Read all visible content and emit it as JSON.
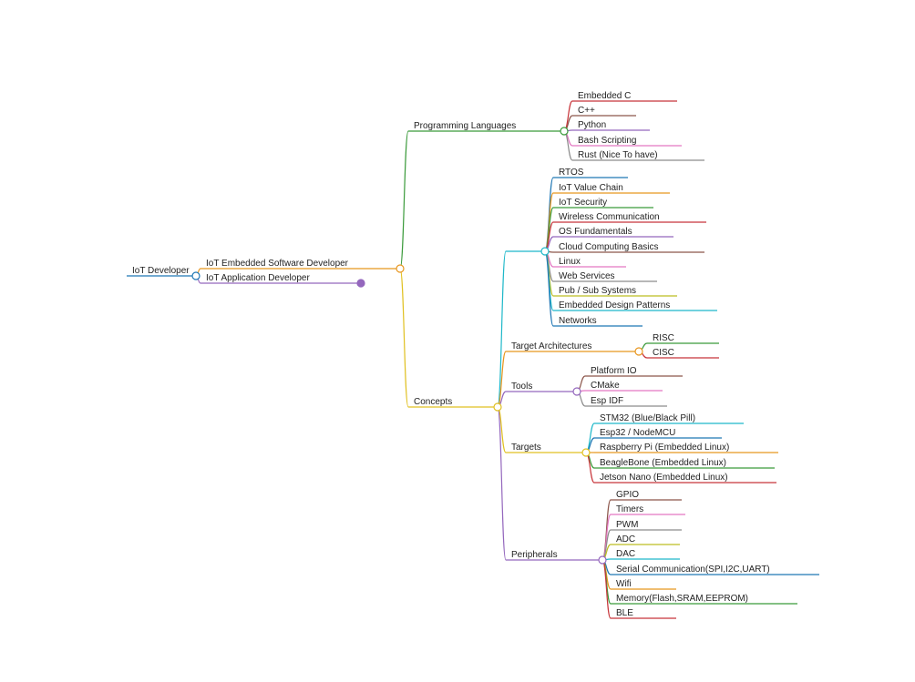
{
  "colors": {
    "green": "#3a9a3a",
    "orange": "#e8961e",
    "purple": "#9467bd",
    "cyan": "#1fb8c9",
    "red": "#c8353a",
    "gray": "#8c8c8c",
    "olive": "#bcbd22",
    "pink": "#e377c2",
    "blue": "#1f77b4",
    "brown": "#8c564b",
    "gold": "#e0c020"
  },
  "mindmap": {
    "root": {
      "id": "root",
      "label": "IoT Developer",
      "color": "blue",
      "collapsed": false,
      "children": [
        {
          "id": "embedded",
          "label": "IoT Embedded Software Developer",
          "color": "orange",
          "collapsed": false,
          "children": [
            {
              "id": "programming-languages",
              "label": "Programming Languages",
              "color": "green",
              "collapsed": false,
              "children": [
                {
                  "id": "embedded-c",
                  "label": "Embedded C",
                  "color": "red"
                },
                {
                  "id": "cpp",
                  "label": "C++",
                  "color": "brown"
                },
                {
                  "id": "python",
                  "label": "Python",
                  "color": "purple"
                },
                {
                  "id": "bash-scripting",
                  "label": "Bash Scripting",
                  "color": "pink"
                },
                {
                  "id": "rust",
                  "label": "Rust (Nice To have)",
                  "color": "gray"
                }
              ]
            },
            {
              "id": "concepts",
              "label": "Concepts",
              "color": "gold",
              "collapsed": false,
              "children": [
                {
                  "id": "concepts-group",
                  "label": "",
                  "color": "cyan",
                  "collapsed": false,
                  "children": [
                    {
                      "id": "rtos",
                      "label": "RTOS",
                      "color": "blue"
                    },
                    {
                      "id": "iot-value-chain",
                      "label": "IoT Value Chain",
                      "color": "orange"
                    },
                    {
                      "id": "iot-security",
                      "label": "IoT Security",
                      "color": "green"
                    },
                    {
                      "id": "wireless-communication",
                      "label": "Wireless Communication",
                      "color": "red"
                    },
                    {
                      "id": "os-fundamentals",
                      "label": "OS Fundamentals",
                      "color": "purple"
                    },
                    {
                      "id": "cloud-computing-basics",
                      "label": "Cloud Computing Basics",
                      "color": "brown"
                    },
                    {
                      "id": "linux",
                      "label": "Linux",
                      "color": "pink"
                    },
                    {
                      "id": "web-services",
                      "label": "Web Services",
                      "color": "gray"
                    },
                    {
                      "id": "pub-sub-systems",
                      "label": "Pub / Sub Systems",
                      "color": "olive"
                    },
                    {
                      "id": "embedded-design-patterns",
                      "label": "Embedded Design Patterns",
                      "color": "cyan"
                    },
                    {
                      "id": "networks",
                      "label": "Networks",
                      "color": "blue"
                    }
                  ]
                },
                {
                  "id": "target-architectures",
                  "label": "Target Architectures",
                  "color": "orange",
                  "collapsed": false,
                  "children": [
                    {
                      "id": "risc",
                      "label": "RISC",
                      "color": "green"
                    },
                    {
                      "id": "cisc",
                      "label": "CISC",
                      "color": "red"
                    }
                  ]
                },
                {
                  "id": "tools",
                  "label": "Tools",
                  "color": "purple",
                  "collapsed": false,
                  "children": [
                    {
                      "id": "platform-io",
                      "label": "Platform IO",
                      "color": "brown"
                    },
                    {
                      "id": "cmake",
                      "label": "CMake",
                      "color": "pink"
                    },
                    {
                      "id": "esp-idf",
                      "label": "Esp IDF",
                      "color": "gray"
                    }
                  ]
                },
                {
                  "id": "targets",
                  "label": "Targets",
                  "color": "gold",
                  "collapsed": false,
                  "children": [
                    {
                      "id": "stm32",
                      "label": "STM32 (Blue/Black Pill)",
                      "color": "cyan"
                    },
                    {
                      "id": "esp32",
                      "label": "Esp32 / NodeMCU",
                      "color": "blue"
                    },
                    {
                      "id": "raspberry-pi",
                      "label": "Raspberry Pi (Embedded Linux)",
                      "color": "orange"
                    },
                    {
                      "id": "beaglebone",
                      "label": "BeagleBone (Embedded Linux)",
                      "color": "green"
                    },
                    {
                      "id": "jetson-nano",
                      "label": "Jetson Nano (Embedded Linux)",
                      "color": "red"
                    }
                  ]
                },
                {
                  "id": "peripherals",
                  "label": "Peripherals",
                  "color": "purple",
                  "collapsed": false,
                  "children": [
                    {
                      "id": "gpio",
                      "label": "GPIO",
                      "color": "brown"
                    },
                    {
                      "id": "timers",
                      "label": "Timers",
                      "color": "pink"
                    },
                    {
                      "id": "pwm",
                      "label": "PWM",
                      "color": "gray"
                    },
                    {
                      "id": "adc",
                      "label": "ADC",
                      "color": "olive"
                    },
                    {
                      "id": "dac",
                      "label": "DAC",
                      "color": "cyan"
                    },
                    {
                      "id": "serial-communication",
                      "label": "Serial Communication(SPI,I2C,UART)",
                      "color": "blue"
                    },
                    {
                      "id": "wifi",
                      "label": "Wifi",
                      "color": "orange"
                    },
                    {
                      "id": "memory",
                      "label": "Memory(Flash,SRAM,EEPROM)",
                      "color": "green"
                    },
                    {
                      "id": "ble",
                      "label": "BLE",
                      "color": "red"
                    }
                  ]
                }
              ]
            }
          ]
        },
        {
          "id": "application",
          "label": "IoT Application Developer",
          "color": "purple",
          "collapsed": true,
          "children": []
        }
      ]
    }
  }
}
